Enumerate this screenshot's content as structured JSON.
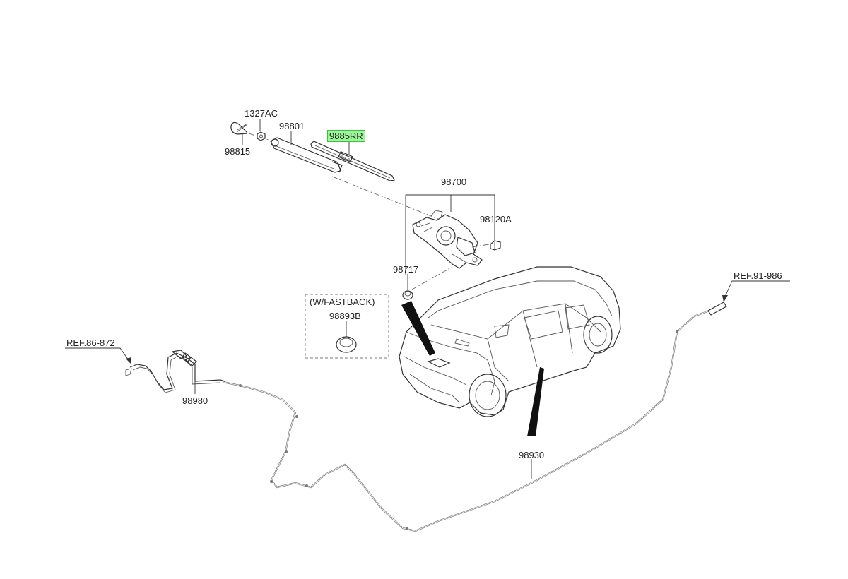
{
  "labels": {
    "p1327AC": "1327AC",
    "p98815": "98815",
    "p98801": "98801",
    "p9885RR": "9885RR",
    "p98700": "98700",
    "p98120A": "98120A",
    "p98717": "98717",
    "fastback": "(W/FASTBACK)",
    "p98893B": "98893B",
    "ref91": "REF.91-986",
    "ref86": "REF.86-872",
    "p98980": "98980",
    "p98930": "98930"
  },
  "colors": {
    "highlight": "#9ef59a",
    "highlight_border": "#3cc23c",
    "line": "#333333",
    "hose": "#777777"
  }
}
